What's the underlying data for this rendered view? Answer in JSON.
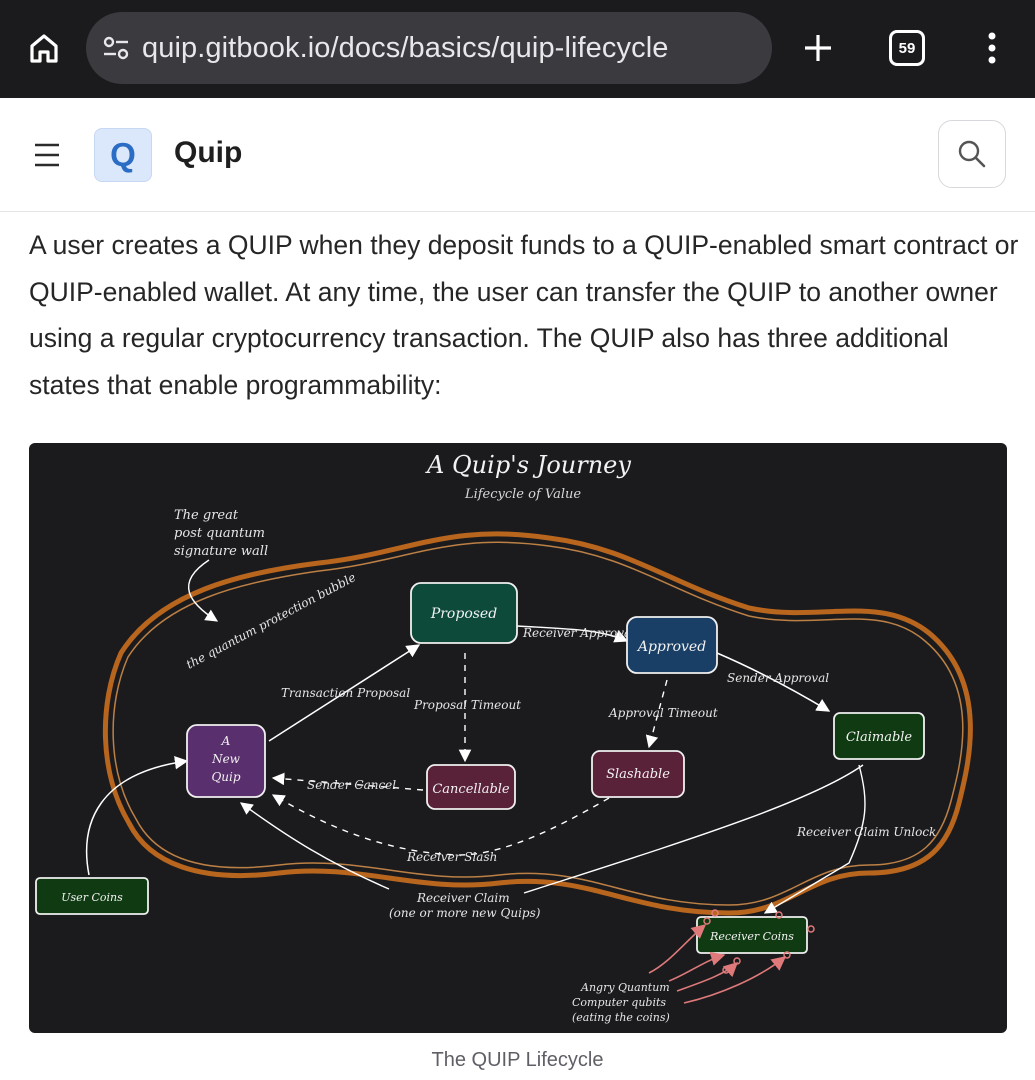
{
  "browser": {
    "url": "quip.gitbook.io/docs/basics/quip-lifecycle",
    "tab_count": "59"
  },
  "site": {
    "logo_letter": "Q",
    "title": "Quip"
  },
  "content": {
    "paragraph": "A user creates a QUIP when they deposit funds to a QUIP-enabled smart contract or QUIP-enabled wallet. At any time, the user can transfer the QUIP to another owner using a regular cryptocurrency transaction. The QUIP also has three additional states that enable programmability:"
  },
  "diagram": {
    "title": "A Quip's Journey",
    "subtitle": "Lifecycle of Value",
    "wall_note_line1": "The great",
    "wall_note_line2": "post quantum",
    "wall_note_line3": "signature wall",
    "bubble_label": "the quantum protection bubble",
    "nodes": {
      "new_quip_1": "A",
      "new_quip_2": "New",
      "new_quip_3": "Quip",
      "proposed": "Proposed",
      "approved": "Approved",
      "claimable": "Claimable",
      "cancellable": "Cancellable",
      "slashable": "Slashable",
      "user_coins": "User Coins",
      "receiver_coins": "Receiver Coins"
    },
    "edges": {
      "transaction_proposal": "Transaction Proposal",
      "receiver_approval": "Receiver Approval",
      "sender_approval": "Sender Approval",
      "proposal_timeout": "Proposal Timeout",
      "approval_timeout": "Approval Timeout",
      "sender_cancel": "Sender Cancel",
      "receiver_slash": "Receiver Slash",
      "receiver_claim_line1": "Receiver Claim",
      "receiver_claim_line2": "(one or more new Quips)",
      "receiver_claim_unlock": "Receiver Claim Unlock"
    },
    "qubits_line1": "Angry Quantum",
    "qubits_line2": "Computer qubits",
    "qubits_line3": "(eating the coins)",
    "colors": {
      "background": "#1b1b1e",
      "bubble": "#b8651e",
      "proposed": "#0d4a3a",
      "approved": "#1a3f66",
      "claimable": "#0f3a12",
      "new_quip": "#5a2f6e",
      "cancellable": "#5a2238",
      "slashable": "#5a2238",
      "qubit": "#e07a7a"
    }
  },
  "caption": "The QUIP Lifecycle"
}
